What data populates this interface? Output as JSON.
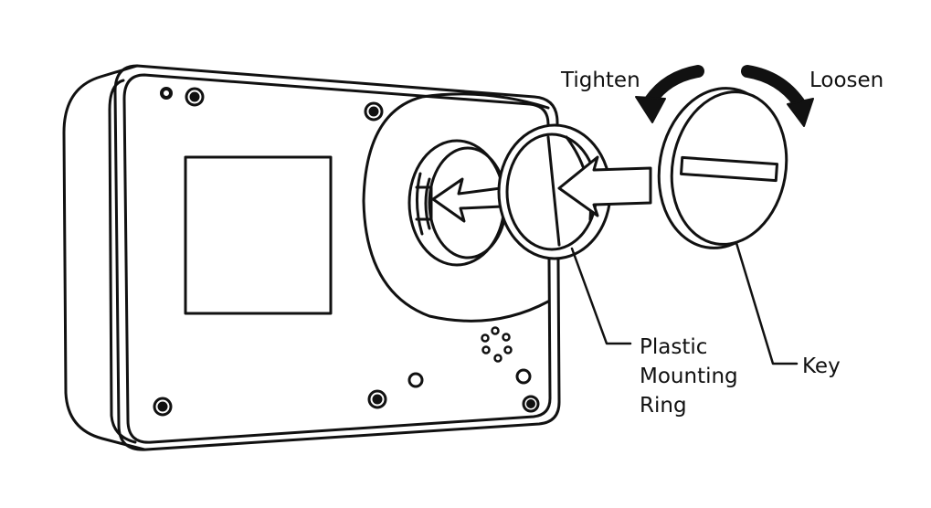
{
  "labels": {
    "tighten": "Tighten",
    "loosen": "Loosen",
    "ring_line1": "Plastic",
    "ring_line2": "Mounting",
    "ring_line3": "Ring",
    "key": "Key"
  },
  "colors": {
    "ink": "#111111",
    "paper": "#ffffff"
  }
}
